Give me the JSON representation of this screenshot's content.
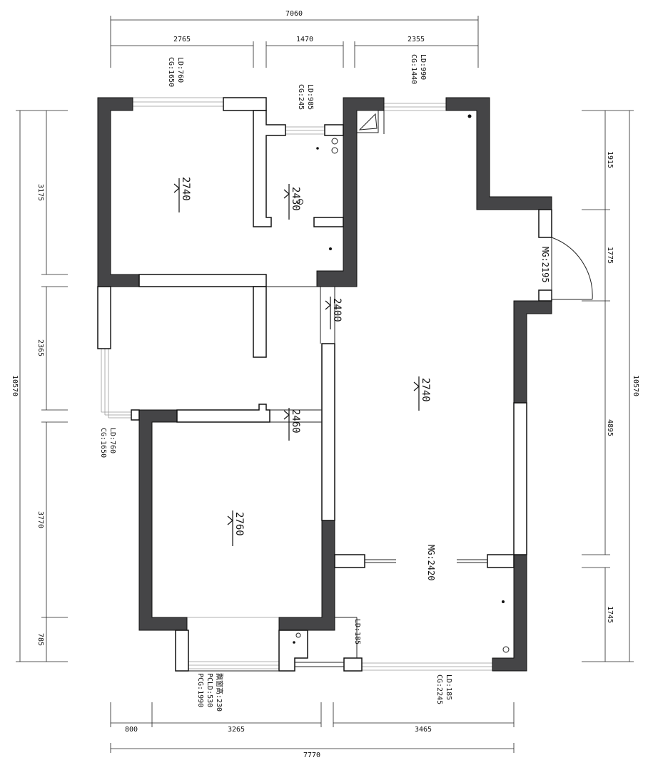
{
  "dimensions": {
    "top_total": "7060",
    "top_segments": [
      "2765",
      "1470",
      "2355"
    ],
    "bottom_total": "7770",
    "bottom_segments": [
      "800",
      "3265",
      "3465"
    ],
    "left_total": "10570",
    "left_segments": [
      "3175",
      "2365",
      "3770",
      "785"
    ],
    "right_total": "10570",
    "right_segments": [
      "1915",
      "1775",
      "4895",
      "1745"
    ]
  },
  "openings": {
    "top_left_window": [
      "LD:760",
      "CG:1650"
    ],
    "top_middle_window": [
      "LD:985",
      "CG:245"
    ],
    "top_right_window": [
      "LD:990",
      "CG:1440"
    ],
    "left_window": [
      "LD:760",
      "CG:1650"
    ],
    "bottom_left_bay": [
      "飘窗高:230",
      "PCLD:530",
      "PCG:1990"
    ],
    "bottom_right_window": [
      "LD:185",
      "CG:2245"
    ],
    "bottom_small_window": "LD:185",
    "entry_door": "MG:2195",
    "sliding_door": "MG:2420"
  },
  "heights": {
    "bedroom_1": "2740",
    "bathroom": "2430",
    "corridor": "2400",
    "living": "2740",
    "passage": "2460",
    "bedroom_2": "2760"
  }
}
